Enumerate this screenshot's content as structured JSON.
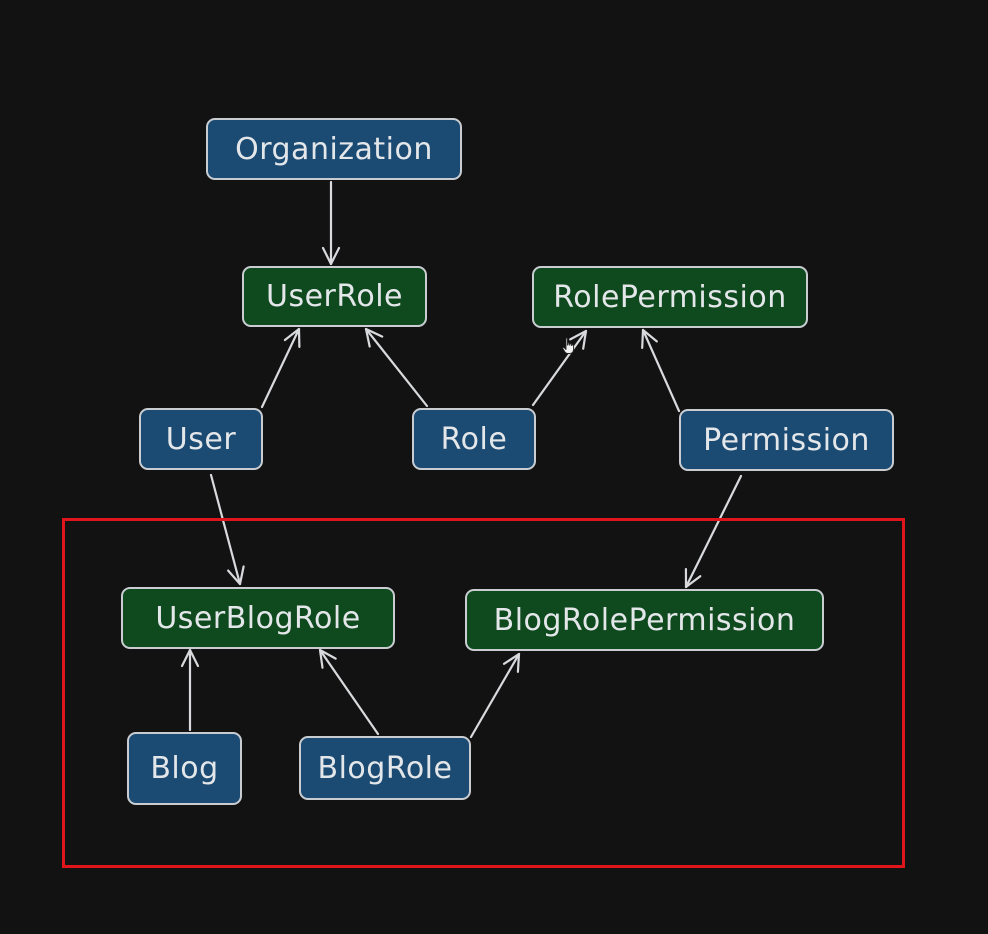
{
  "diagram": {
    "nodes": {
      "organization": {
        "label": "Organization",
        "kind": "entity"
      },
      "user_role": {
        "label": "UserRole",
        "kind": "join"
      },
      "role_permission": {
        "label": "RolePermission",
        "kind": "join"
      },
      "user": {
        "label": "User",
        "kind": "entity"
      },
      "role": {
        "label": "Role",
        "kind": "entity"
      },
      "permission": {
        "label": "Permission",
        "kind": "entity"
      },
      "user_blog_role": {
        "label": "UserBlogRole",
        "kind": "join"
      },
      "blog_role_permission": {
        "label": "BlogRolePermission",
        "kind": "join"
      },
      "blog": {
        "label": "Blog",
        "kind": "entity"
      },
      "blog_role": {
        "label": "BlogRole",
        "kind": "entity"
      }
    },
    "edges": [
      {
        "from": "Organization",
        "to": "UserRole"
      },
      {
        "from": "User",
        "to": "UserRole"
      },
      {
        "from": "Role",
        "to": "UserRole"
      },
      {
        "from": "Role",
        "to": "RolePermission"
      },
      {
        "from": "Permission",
        "to": "RolePermission"
      },
      {
        "from": "User",
        "to": "UserBlogRole"
      },
      {
        "from": "Permission",
        "to": "BlogRolePermission"
      },
      {
        "from": "Blog",
        "to": "UserBlogRole"
      },
      {
        "from": "BlogRole",
        "to": "UserBlogRole"
      },
      {
        "from": "BlogRole",
        "to": "BlogRolePermission"
      }
    ]
  },
  "colors": {
    "background": "#121212",
    "entity_fill": "#1b4a72",
    "join_fill": "#0f4a1e",
    "node_border": "#c9cdd2",
    "edge": "#d8dadd",
    "highlight": "#e0141b"
  },
  "icons": {
    "cursor": "hand-pointer-icon"
  }
}
